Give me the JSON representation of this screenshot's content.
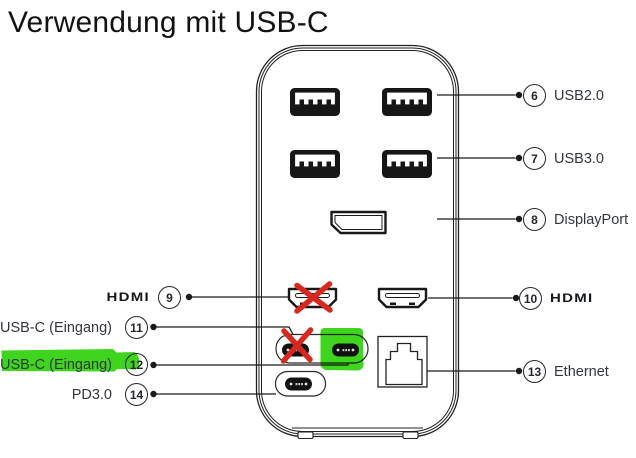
{
  "title": "Verwendung mit USB-C",
  "callouts": {
    "usb20": {
      "num": "6",
      "label": "USB2.0"
    },
    "usb30": {
      "num": "7",
      "label": "USB3.0"
    },
    "displayport": {
      "num": "8",
      "label": "DisplayPort"
    },
    "hdmi_left": {
      "num": "9",
      "label": "HDMI"
    },
    "hdmi_right": {
      "num": "10",
      "label": "HDMI"
    },
    "usbc_in_1": {
      "num": "11",
      "label": "USB-C (Eingang)",
      "crossed_out": true
    },
    "usbc_in_2": {
      "num": "12",
      "label": "USB-C (Eingang)",
      "highlighted": true
    },
    "ethernet": {
      "num": "13",
      "label": "Ethernet"
    },
    "pd30": {
      "num": "14",
      "label": "PD3.0"
    }
  },
  "colors": {
    "highlight": "#3fd41e",
    "cross": "#d6281e",
    "line": "#1a1a1a",
    "text": "#32363c"
  },
  "icons": {
    "usb-a-port-icon": "usb-a receptacle glyph",
    "usb-c-port-icon": "usb-c oval glyph",
    "hdmi-port-icon": "hdmi trapezoid glyph",
    "displayport-icon": "displayport chamfered glyph",
    "ethernet-port-icon": "rj45 jack glyph",
    "red-x-icon": "✕ cross-out mark",
    "green-marker-icon": "highlighter swipe"
  }
}
